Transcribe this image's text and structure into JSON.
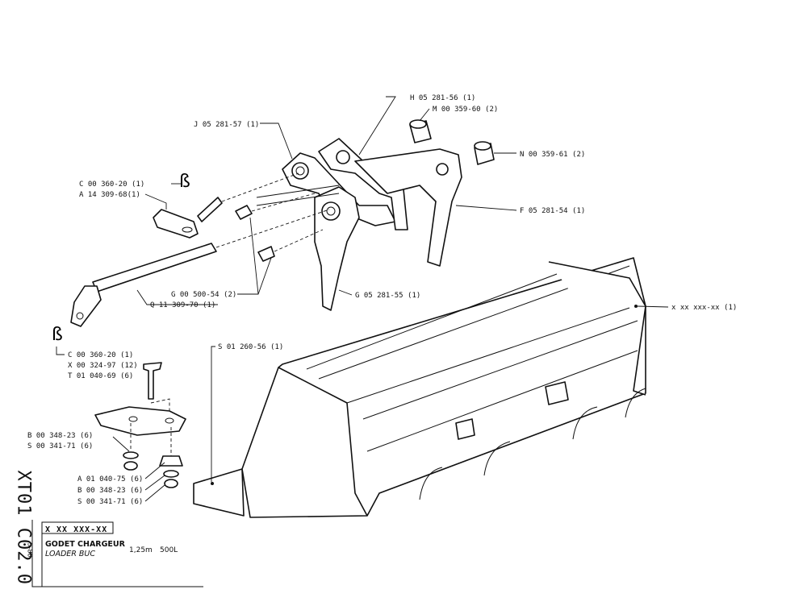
{
  "sheet": {
    "id": "XT01 C02.0",
    "date": "5-80"
  },
  "title_block": {
    "code": "X XX  XXX-XX",
    "title_fr": "GODET CHARGEUR",
    "title_en": "LOADER BUC",
    "capacity": "1,25m",
    "volume": "500L"
  },
  "labels": {
    "h": "H 05 281-56 (1)",
    "m": "M 00 359-60 (2)",
    "j": "J 05 281-57 (1)",
    "n": "N 00 359-61 (2)",
    "c1": "C 00 360-20 (1)",
    "a1": "A 14 309-68(1)",
    "f": "F 05 281-54 (1)",
    "x": "x xx xxx-xx (1)",
    "g1": "G 00 500-54 (2)",
    "g2": "G 05 281-55 (1)",
    "q": "Q 11 309-70 (1)",
    "s1": "S 01 260-56 (1)",
    "c2": "C 00 360-20 (1)",
    "x2": "X 00 324-97 (12)",
    "t": "T 01 040-69 (6)",
    "b1": "B 00 348-23 (6)",
    "s2": "S 00 341-71 (6)",
    "a2": "A 01 040-75 (6)",
    "b2": "B 00 348-23 (6)",
    "s3": "S 00 341-71 (6)"
  },
  "symbols": {
    "beta": "ß"
  },
  "icons": {
    "clip": "beta-clip-icon"
  }
}
